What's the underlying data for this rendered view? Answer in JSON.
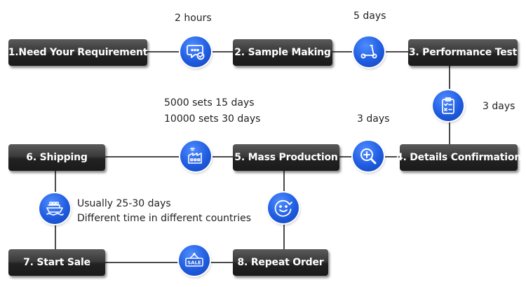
{
  "steps": {
    "s1": "1.Need Your Requirement",
    "s2": "2. Sample Making",
    "s3": "3. Performance Test",
    "s4": "4. Details Confirmation",
    "s5": "5. Mass Production",
    "s6": "6. Shipping",
    "s7": "7. Start Sale",
    "s8": "8. Repeat Order"
  },
  "notes": {
    "sample_time": "2 hours",
    "test_time": "5 days",
    "confirm_time": "3 days",
    "production_time": "3 days",
    "mass_line1": "5000 sets 15 days",
    "mass_line2": "10000 sets 30 days",
    "ship_line1": "Usually 25-30 days",
    "ship_line2": "Different time in different countries"
  },
  "icons": {
    "chat": "chat-check-icon",
    "scooter": "scooter-icon",
    "clipboard": "clipboard-checklist-icon",
    "search": "magnifier-plus-icon",
    "factory": "factory-icon",
    "ship": "ship-icon",
    "smile": "smile-icon",
    "sale": "sale-sign-icon",
    "sale_sign_text": "SALE"
  },
  "colors": {
    "accent": "#1f5ce0",
    "step_bg": "#2a2a2a",
    "line": "#4a4a4a"
  }
}
